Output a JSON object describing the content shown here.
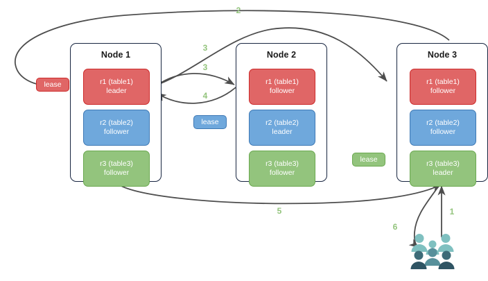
{
  "diagram": {
    "title": "Distributed database lease / raft replication diagram",
    "colors": {
      "red_fill": "#e06666",
      "red_border": "#cc2a2a",
      "blue_fill": "#6fa8dc",
      "blue_border": "#3d78b4",
      "green_fill": "#93c47d",
      "green_border": "#6aa84f",
      "node_border": "#16243f",
      "edge": "#4d4d4d",
      "step_label": "#93c47d",
      "users_light": "#7fc0c0",
      "users_mid": "#57909b",
      "users_dark": "#2f5463"
    },
    "nodes": [
      {
        "title": "Node 1",
        "replicas": [
          {
            "name": "r1 (table1)",
            "role": "leader",
            "color": "red"
          },
          {
            "name": "r2 (table2)",
            "role": "follower",
            "color": "blue"
          },
          {
            "name": "r3 (table3)",
            "role": "follower",
            "color": "green"
          }
        ]
      },
      {
        "title": "Node 2",
        "replicas": [
          {
            "name": "r1 (table1)",
            "role": "follower",
            "color": "red"
          },
          {
            "name": "r2 (table2)",
            "role": "leader",
            "color": "blue"
          },
          {
            "name": "r3 (table3)",
            "role": "follower",
            "color": "green"
          }
        ]
      },
      {
        "title": "Node 3",
        "replicas": [
          {
            "name": "r1 (table1)",
            "role": "follower",
            "color": "red"
          },
          {
            "name": "r2 (table2)",
            "role": "follower",
            "color": "blue"
          },
          {
            "name": "r3 (table3)",
            "role": "leader",
            "color": "green"
          }
        ]
      }
    ],
    "leases": [
      {
        "label": "lease",
        "color": "red"
      },
      {
        "label": "lease",
        "color": "blue"
      },
      {
        "label": "lease",
        "color": "green"
      }
    ],
    "steps": [
      {
        "label": "1"
      },
      {
        "label": "2"
      },
      {
        "label": "3"
      },
      {
        "label": "3"
      },
      {
        "label": "4"
      },
      {
        "label": "5"
      },
      {
        "label": "6"
      }
    ],
    "users_icon": {
      "name": "users-icon",
      "people_count": 6
    }
  }
}
